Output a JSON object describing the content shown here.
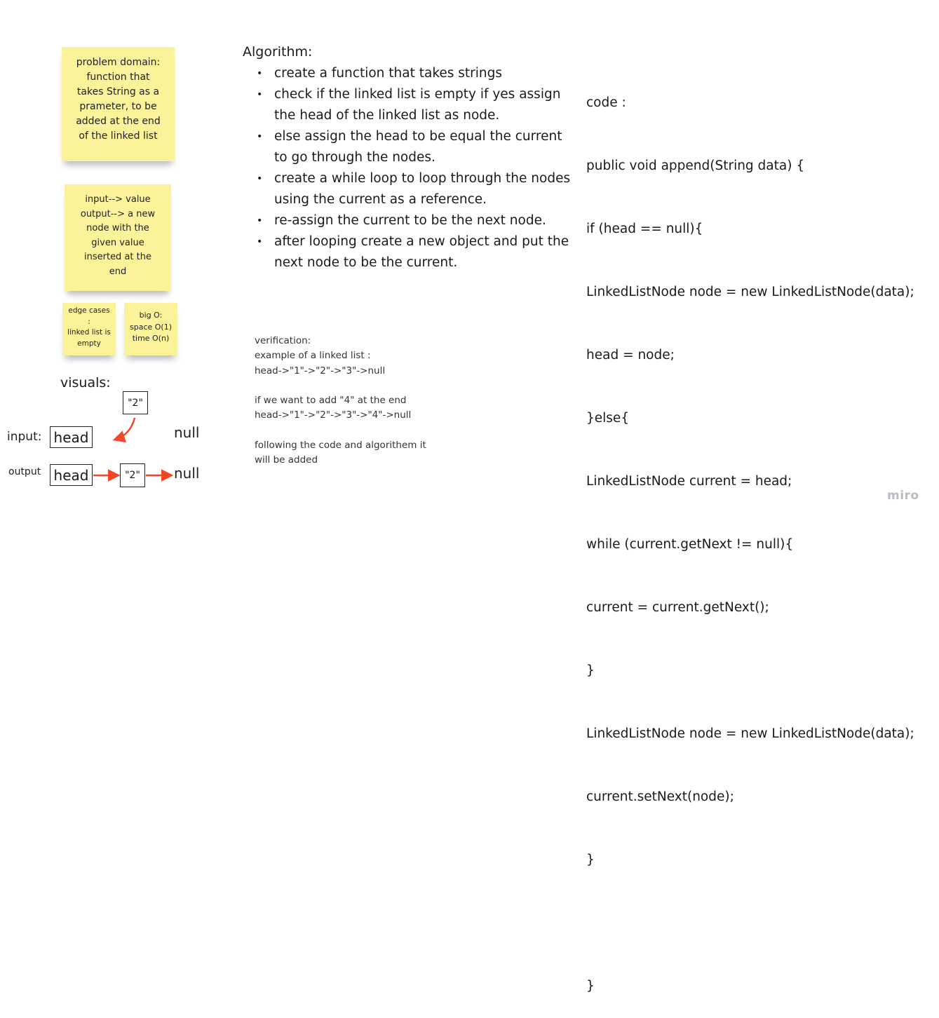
{
  "stickies": {
    "problem_domain": "problem domain:\nfunction that\ntakes String as a\nprameter, to be\nadded at the end\nof the linked list",
    "io": "input--> value\noutput--> a new\nnode with the\ngiven value\ninserted at the\nend",
    "edge_cases": "edge cases\n:\nlinked list is\nempty",
    "big_o": "big O:\nspace O(1)\ntime O(n)"
  },
  "algorithm": {
    "title": "Algorithm:",
    "steps": [
      "create a function that takes strings",
      "check if the linked list is empty if yes assign the head of the linked list as node.",
      "else assign the head to be equal the current to go through the nodes.",
      "create a while loop to loop through the nodes using the current as a reference.",
      "re-assign the current to be the next node.",
      "after looping create a new object and put the next node to be the current."
    ]
  },
  "code": {
    "lines": [
      "code :",
      "public void append(String data) {",
      "if (head == null){",
      "LinkedListNode node = new LinkedListNode(data);",
      "head = node;",
      "}else{",
      "LinkedListNode current = head;",
      "while (current.getNext != null){",
      "current = current.getNext();",
      "}",
      "LinkedListNode node = new LinkedListNode(data);",
      "current.setNext(node);",
      "}",
      "",
      "}"
    ]
  },
  "verification": {
    "text": "verification:\nexample of a linked list :\nhead->\"1\"->\"2\"->\"3\"->null\n\nif we want to add \"4\" at the end\nhead->\"1\"->\"2\"->\"3\"->\"4\"->null\n\nfollowing the code and algorithem it\nwill be added"
  },
  "visuals": {
    "title": "visuals:",
    "input_label": "input:",
    "output_label": "output",
    "head_label": "head",
    "node_value": "\"2\"",
    "null_label": "null",
    "arrow_color": "#f24726"
  },
  "brand": "miro"
}
